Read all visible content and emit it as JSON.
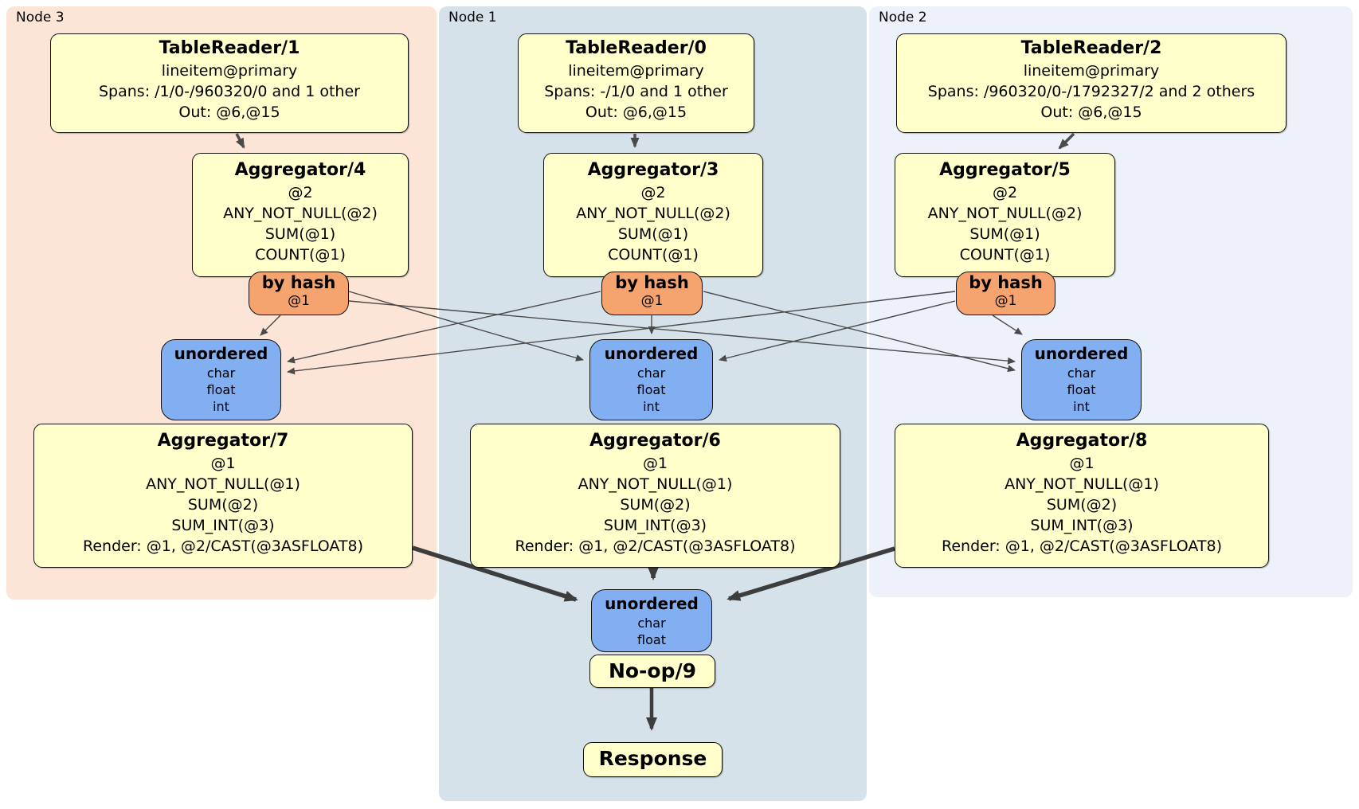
{
  "diagram": {
    "kind": "distributed-sql-plan",
    "colors": {
      "node3_panel": "#fce4d6",
      "node1_panel": "#d6e2ea",
      "node2_panel": "#ecf1fa",
      "processor_box": "#ffffcc",
      "router_box": "#f5a470",
      "sync_box": "#82aef2",
      "edge": "#4a4a4a"
    }
  },
  "panels": [
    {
      "label": "Node 3"
    },
    {
      "label": "Node 1"
    },
    {
      "label": "Node 2"
    }
  ],
  "processors": {
    "tr1": {
      "title": "TableReader/1",
      "lines": [
        "lineitem@primary",
        "Spans: /1/0-/960320/0 and 1 other",
        "Out: @6,@15"
      ]
    },
    "tr0": {
      "title": "TableReader/0",
      "lines": [
        "lineitem@primary",
        "Spans: -/1/0 and 1 other",
        "Out: @6,@15"
      ]
    },
    "tr2": {
      "title": "TableReader/2",
      "lines": [
        "lineitem@primary",
        "Spans: /960320/0-/1792327/2 and 2 others",
        "Out: @6,@15"
      ]
    },
    "agg4": {
      "title": "Aggregator/4",
      "lines": [
        "@2",
        "ANY_NOT_NULL(@2)",
        "SUM(@1)",
        "COUNT(@1)"
      ]
    },
    "agg3": {
      "title": "Aggregator/3",
      "lines": [
        "@2",
        "ANY_NOT_NULL(@2)",
        "SUM(@1)",
        "COUNT(@1)"
      ]
    },
    "agg5": {
      "title": "Aggregator/5",
      "lines": [
        "@2",
        "ANY_NOT_NULL(@2)",
        "SUM(@1)",
        "COUNT(@1)"
      ]
    },
    "agg7": {
      "title": "Aggregator/7",
      "lines": [
        "@1",
        "ANY_NOT_NULL(@1)",
        "SUM(@2)",
        "SUM_INT(@3)",
        "Render: @1, @2/CAST(@3ASFLOAT8)"
      ]
    },
    "agg6": {
      "title": "Aggregator/6",
      "lines": [
        "@1",
        "ANY_NOT_NULL(@1)",
        "SUM(@2)",
        "SUM_INT(@3)",
        "Render: @1, @2/CAST(@3ASFLOAT8)"
      ]
    },
    "agg8": {
      "title": "Aggregator/8",
      "lines": [
        "@1",
        "ANY_NOT_NULL(@1)",
        "SUM(@2)",
        "SUM_INT(@3)",
        "Render: @1, @2/CAST(@3ASFLOAT8)"
      ]
    },
    "noop": {
      "title": "No-op/9"
    },
    "response": {
      "title": "Response"
    }
  },
  "routers": {
    "bh_left": {
      "title": "by hash",
      "lines": [
        "@1"
      ]
    },
    "bh_center": {
      "title": "by hash",
      "lines": [
        "@1"
      ]
    },
    "bh_right": {
      "title": "by hash",
      "lines": [
        "@1"
      ]
    }
  },
  "syncs": {
    "u_left": {
      "title": "unordered",
      "lines": [
        "char",
        "float",
        "int"
      ]
    },
    "u_center": {
      "title": "unordered",
      "lines": [
        "char",
        "float",
        "int"
      ]
    },
    "u_right": {
      "title": "unordered",
      "lines": [
        "char",
        "float",
        "int"
      ]
    },
    "u_final": {
      "title": "unordered",
      "lines": [
        "char",
        "float"
      ]
    }
  }
}
